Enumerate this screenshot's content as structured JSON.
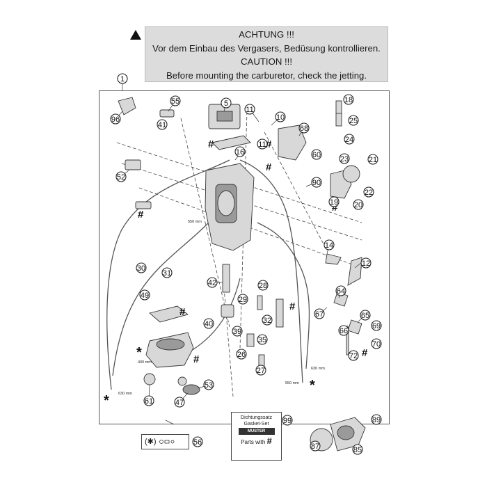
{
  "warning": {
    "line1": "ACHTUNG !!!",
    "line2": "Vor dem Einbau des Vergasers, Bedüsung kontrollieren.",
    "line3": "CAUTION !!!",
    "line4": "Before mounting the carburetor, check the jetting."
  },
  "callouts": {
    "c1": "1",
    "c5": "5",
    "c10": "10",
    "c11a": "11",
    "c11b": "11",
    "c12": "12",
    "c14": "14",
    "c16": "16",
    "c18": "18",
    "c19": "19",
    "c20": "20",
    "c21": "21",
    "c22": "22",
    "c23": "23",
    "c24": "24",
    "c25": "25",
    "c26": "26",
    "c27": "27",
    "c28": "28",
    "c29": "29",
    "c30": "30",
    "c31": "31",
    "c32": "32",
    "c35": "35",
    "c39": "39",
    "c40": "40",
    "c41": "41",
    "c42": "42",
    "c47": "47",
    "c49": "49",
    "c52": "52",
    "c53": "53",
    "c55": "55",
    "c56": "56",
    "c60": "60",
    "c61": "61",
    "c64": "64",
    "c65": "65",
    "c66": "66",
    "c67": "67",
    "c68": "68",
    "c69": "69",
    "c70": "70",
    "c72": "72",
    "c85": "85",
    "c87": "87",
    "c89": "89",
    "c90": "90",
    "c96": "96",
    "c99": "99"
  },
  "symbols": {
    "hash": "#",
    "star": "*"
  },
  "dimensions": {
    "d550_top": "550 mm",
    "d400": "400 mm",
    "d630_left": "630 mm",
    "d630_right": "630 mm",
    "d550_bottom": "550 mm"
  },
  "gasket_kit": {
    "line1": "Dichtungssatz",
    "line2": "Gasket-Set",
    "logo": "MUSTER",
    "parts_label": "Parts with",
    "parts_symbol": "#"
  },
  "legend": {
    "text": "(✱)"
  }
}
